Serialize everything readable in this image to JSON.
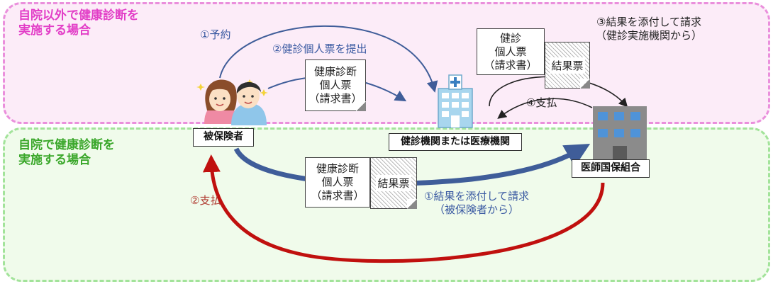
{
  "zones": {
    "top_title": "自院以外で健康診断を\n実施する場合",
    "bottom_title": "自院で健康診断を\n実施する場合"
  },
  "nodes": {
    "insured": "被保険者",
    "clinic": "健診機関または医療機関",
    "union": "医師国保組合"
  },
  "labels": {
    "reserve": "①予約",
    "submit": "②健診個人票を提出",
    "attach_request_top": "③結果を添付して請求\n（健診実施機関から）",
    "pay_top": "④支払",
    "attach_request_bottom": "①結果を添付して請求\n（被保険者から）",
    "pay_bottom": "②支払"
  },
  "documents": {
    "doc_top_left": "健康診断\n個人票\n（請求書）",
    "doc_top_right": "健診\n個人票\n（請求書）",
    "result_top": "結果票",
    "doc_bottom": "健康診断\n個人票\n（請求書）",
    "result_bottom": "結果票"
  },
  "colors": {
    "top_zone_fill": "#fcecf8",
    "top_zone_border": "#ea8fdc",
    "bottom_zone_fill": "#f0fbeb",
    "bottom_zone_border": "#a2e39a",
    "blue_arrow": "#3f5d99",
    "red_arrow": "#c0100e"
  },
  "icons": {
    "insured": "couple-people-icon",
    "clinic": "hospital-building-icon",
    "union": "office-building-icon"
  }
}
